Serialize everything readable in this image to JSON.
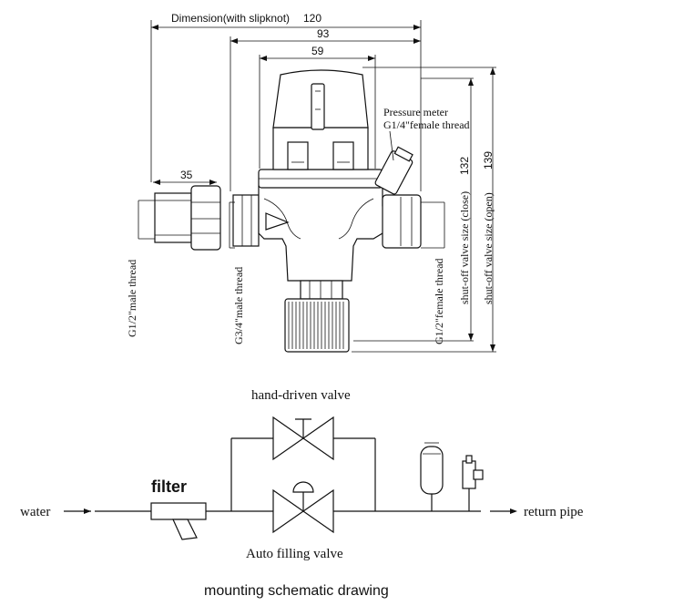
{
  "dimensions": {
    "overall_label": "Dimension(with slipknot)",
    "overall_value": "120",
    "body_width": "93",
    "top_width": "59",
    "slipknot_length": "35",
    "close_height": "132",
    "open_height": "139"
  },
  "labels": {
    "pressure_meter_line1": "Pressure meter",
    "pressure_meter_line2": "G1/4\"female thread",
    "left_thread": "G1/2\"male thread",
    "middle_thread": "G3/4\"male thread",
    "right_thread": "G1/2\"female thread",
    "close_size": "shut-off valve size (close)",
    "open_size": "shut-off valve size (open)"
  },
  "schematic": {
    "hand_valve": "hand-driven valve",
    "filter": "filter",
    "water": "water",
    "return_pipe": "return pipe",
    "auto_valve": "Auto filling valve",
    "caption": "mounting schematic drawing"
  }
}
